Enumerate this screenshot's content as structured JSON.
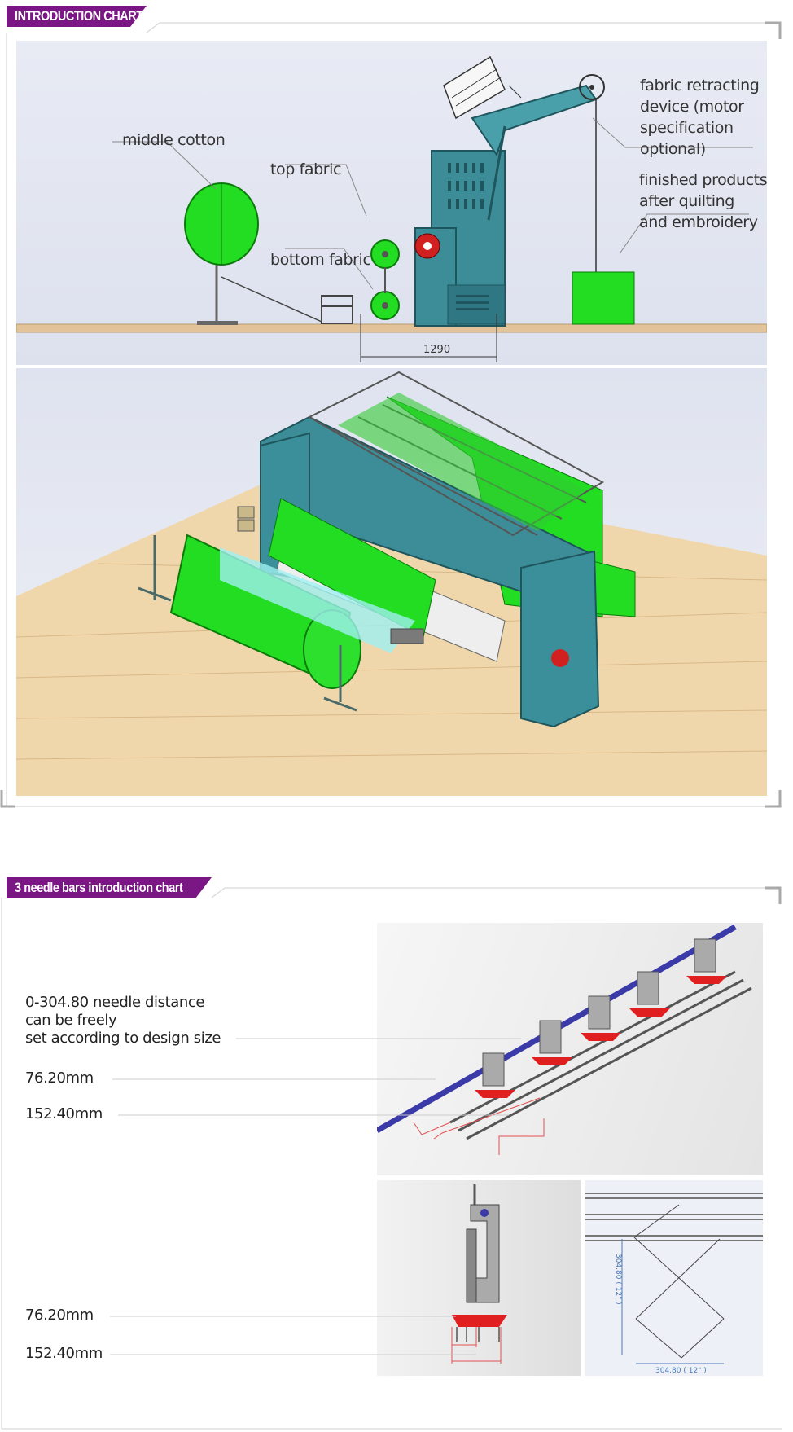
{
  "section1": {
    "banner_title": "INTRODUCTION CHART",
    "labels": {
      "middle_cotton": "middle cotton",
      "top_fabric": "top fabric",
      "bottom_fabric": "bottom fabric",
      "retracting": "fabric retracting\ndevice (motor\nspecification\noptional)",
      "finished": "finished products\nafter quilting\nand embroidery"
    },
    "dimension": "1290"
  },
  "section2": {
    "banner_title": "3 needle bars introduction chart",
    "labels": {
      "needle_distance": "0-304.80 needle distance\ncan be freely\nset according to design size",
      "dim_a1": "76.20mm",
      "dim_b1": "152.40mm",
      "dim_a2": "76.20mm",
      "dim_b2": "152.40mm"
    },
    "pattern_vertical": "304.80 ( 12\" )",
    "pattern_horizontal": "304.80 ( 12\" )"
  },
  "colors": {
    "banner": "#7b1784",
    "machine": "#3a8f9a",
    "fabric_green": "#22dd22",
    "floor": "#e8cfa4",
    "needle_red": "#e02020",
    "rod_blue": "#3a3aa8"
  }
}
